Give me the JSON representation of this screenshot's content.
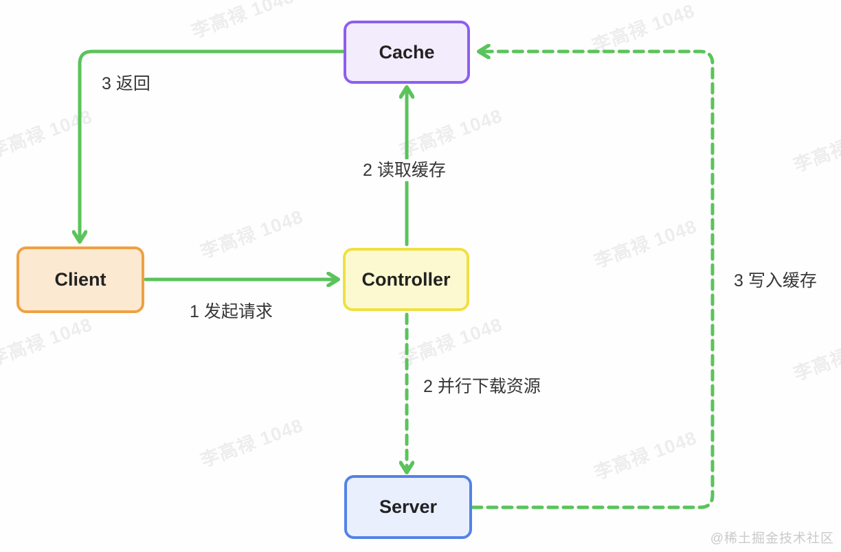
{
  "diagram": {
    "title": "client-cache-controller-server flow",
    "nodes": [
      {
        "id": "cache",
        "label": "Cache"
      },
      {
        "id": "client",
        "label": "Client"
      },
      {
        "id": "controller",
        "label": "Controller"
      },
      {
        "id": "server",
        "label": "Server"
      }
    ],
    "edges": [
      {
        "id": "request",
        "label": "1 发起请求",
        "type": "solid",
        "from": "client",
        "to": "controller"
      },
      {
        "id": "read",
        "label": "2 读取缓存",
        "type": "solid",
        "from": "controller",
        "to": "cache"
      },
      {
        "id": "return",
        "label": "3 返回",
        "type": "solid",
        "from": "cache",
        "to": "client"
      },
      {
        "id": "parallel",
        "label": "2 并行下载资源",
        "type": "dashed",
        "from": "controller",
        "to": "server"
      },
      {
        "id": "write",
        "label": "3 写入缓存",
        "type": "dashed",
        "from": "server",
        "to": "cache"
      }
    ],
    "colors": {
      "arrow_green": "#5bc35b",
      "cache_border": "#8d5ef0",
      "cache_fill": "#f2ecfc",
      "client_border": "#f0a041",
      "client_fill": "#fbe9d2",
      "controller_border": "#f0e040",
      "controller_fill": "#fcf9d0",
      "server_border": "#5282e8",
      "server_fill": "#e9effc"
    }
  },
  "watermark": {
    "text": "李高禄 1048"
  },
  "credits": {
    "community": "@稀土掘金技术社区"
  }
}
